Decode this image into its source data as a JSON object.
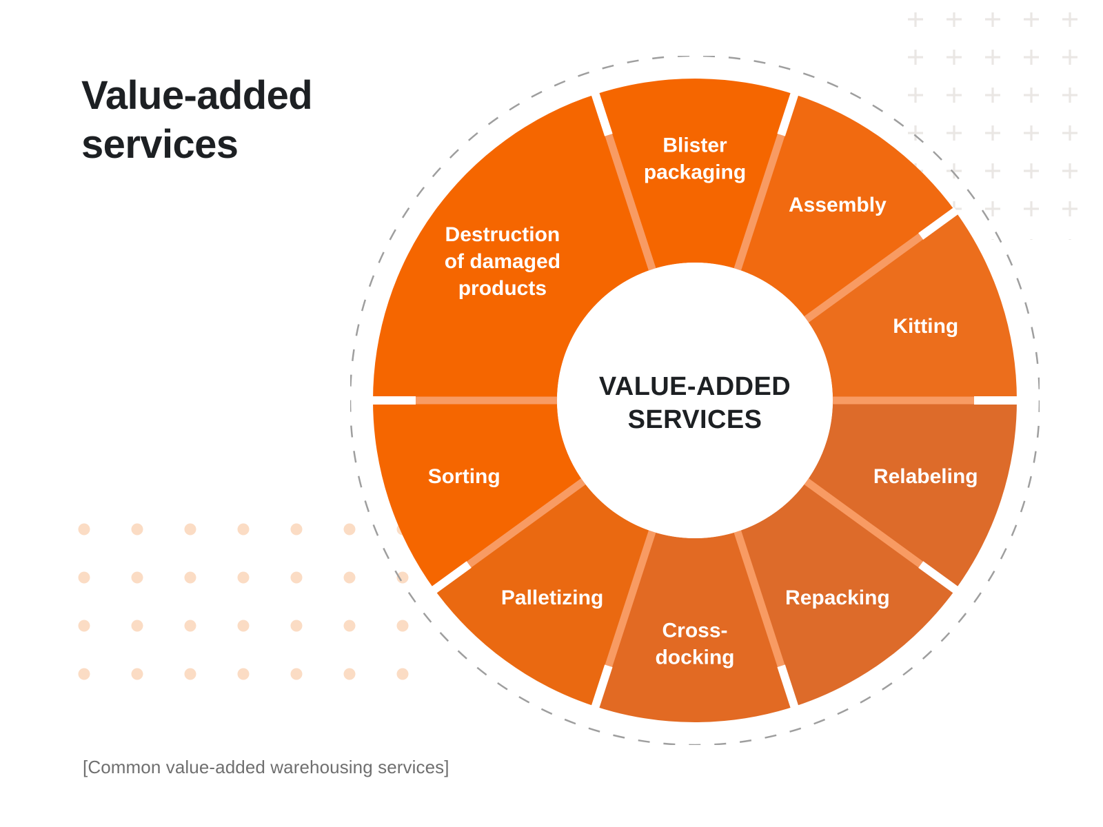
{
  "page": {
    "background_color": "#ffffff",
    "title_lines": [
      "Value-added",
      "services"
    ],
    "caption": "[Common value-added warehousing services]"
  },
  "colors": {
    "orange_bright": "#F56600",
    "orange_mid": "#EC6A15",
    "orange_deep": "#DD6B2A",
    "divider_salmon": "#F89B63",
    "divider_white": "#ffffff",
    "hub_fill": "#ffffff",
    "hub_text": "#1d2023",
    "title_text": "#1d2023",
    "caption_text": "#6f6f6f",
    "dashed_ring": "#9e9e9e",
    "plus_pattern": "#EAE7E4",
    "dot_pattern": "#FBDCC4"
  },
  "hub": {
    "line1": "VALUE-ADDED",
    "line2": "SERVICES"
  },
  "chart_data": {
    "type": "pie",
    "title": "Value-added services",
    "subtitle": "",
    "center_label": "VALUE-ADDED SERVICES",
    "legend_position": "none",
    "categories": [
      "Blister packaging",
      "Assembly",
      "Kitting",
      "Relabeling",
      "Repacking",
      "Cross-docking",
      "Palletizing",
      "Sorting",
      "Destruction of damaged products"
    ],
    "values": [
      36,
      36,
      36,
      36,
      36,
      36,
      36,
      36,
      72
    ],
    "unit": "degrees",
    "note": "Equal-angle donut wheel: 10 sector slots of 36 degrees each; 'Destruction of damaged products' spans two slots visually as one wide sector."
  },
  "segments": [
    {
      "id": "blister-packaging",
      "label": "Blister packaging",
      "label_lines": [
        "Blister",
        "packaging"
      ],
      "start_angle": -108,
      "end_angle": -72,
      "color": "#F56600"
    },
    {
      "id": "assembly",
      "label": "Assembly",
      "label_lines": [
        "Assembly"
      ],
      "start_angle": -72,
      "end_angle": -36,
      "color": "#F16A10"
    },
    {
      "id": "kitting",
      "label": "Kitting",
      "label_lines": [
        "Kitting"
      ],
      "start_angle": -36,
      "end_angle": 0,
      "color": "#EC6E1C"
    },
    {
      "id": "relabeling",
      "label": "Relabeling",
      "label_lines": [
        "Relabeling"
      ],
      "start_angle": 0,
      "end_angle": 36,
      "color": "#DD6B2A"
    },
    {
      "id": "repacking",
      "label": "Repacking",
      "label_lines": [
        "Repacking"
      ],
      "start_angle": 36,
      "end_angle": 72,
      "color": "#DD6B2A"
    },
    {
      "id": "cross-docking",
      "label": "Cross-docking",
      "label_lines": [
        "Cross-",
        "docking"
      ],
      "start_angle": 72,
      "end_angle": 108,
      "color": "#E26A23"
    },
    {
      "id": "palletizing",
      "label": "Palletizing",
      "label_lines": [
        "Palletizing"
      ],
      "start_angle": 108,
      "end_angle": 144,
      "color": "#EA6911"
    },
    {
      "id": "sorting",
      "label": "Sorting",
      "label_lines": [
        "Sorting"
      ],
      "start_angle": 144,
      "end_angle": 180,
      "color": "#F56600"
    },
    {
      "id": "destruction-of-damaged-products",
      "label": "Destruction of damaged products",
      "label_lines": [
        "Destruction",
        "of damaged",
        "products"
      ],
      "start_angle": 180,
      "end_angle": 252,
      "color": "#F56600"
    }
  ]
}
